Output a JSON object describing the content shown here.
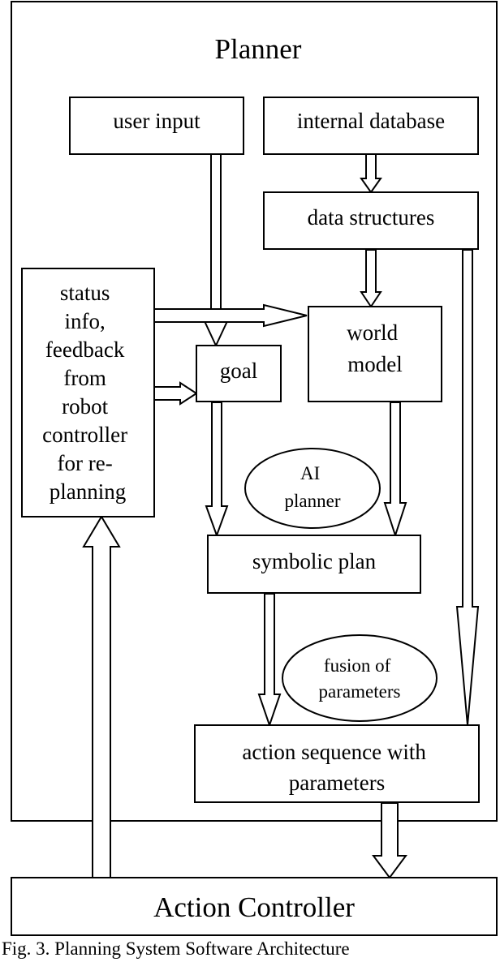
{
  "planner_title": "Planner",
  "nodes": {
    "user_input": "user input",
    "internal_database": "internal database",
    "data_structures": "data structures",
    "status_info": [
      "status",
      "info,",
      "feedback",
      "from",
      "robot",
      "controller",
      "for re-",
      "planning"
    ],
    "goal": "goal",
    "world_model": [
      "world",
      "model"
    ],
    "ai_planner": [
      "AI",
      "planner"
    ],
    "symbolic_plan": "symbolic plan",
    "fusion_of_parameters": [
      "fusion of",
      "parameters"
    ],
    "action_sequence": [
      "action sequence with",
      "parameters"
    ],
    "action_controller": "Action Controller"
  },
  "caption": "Fig. 3. Planning System Software Architecture"
}
